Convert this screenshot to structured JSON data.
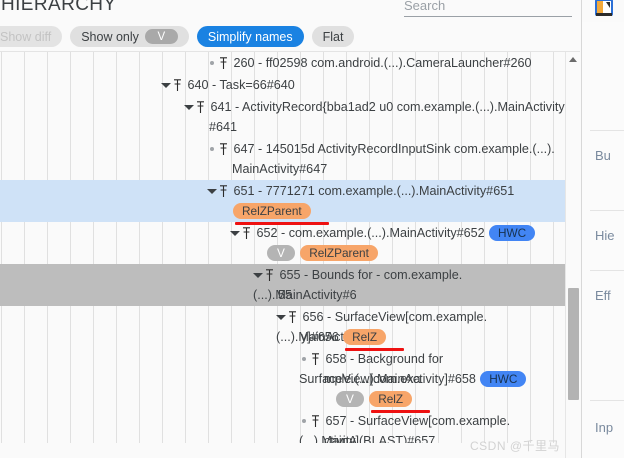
{
  "header": {
    "title": "HIERARCHY",
    "search": {
      "placeholder": "Search",
      "value": ""
    }
  },
  "toolbar": {
    "buttons": [
      {
        "label": "Show diff",
        "state": "disabled",
        "pill": null
      },
      {
        "label": "Show only",
        "state": "normal",
        "pill": "V"
      },
      {
        "label": "Simplify names",
        "state": "active",
        "pill": null
      },
      {
        "label": "Flat",
        "state": "normal",
        "pill": null
      }
    ]
  },
  "tree": {
    "rows": [
      {
        "id": "260",
        "lines": [
          "260 - ff02598 com.android.(...).CameraLauncher#260"
        ],
        "indent": 9,
        "twisty": "leaf",
        "highlight": "none",
        "badges": []
      },
      {
        "id": "640",
        "lines": [
          "640 - Task=66#640"
        ],
        "indent": 7,
        "twisty": "open",
        "highlight": "none",
        "badges": []
      },
      {
        "id": "641",
        "lines": [
          "641 - ActivityRecord{bba1ad2 u0 com.example.(...).MainActivity",
          "#641"
        ],
        "indent": 8,
        "twisty": "open",
        "highlight": "none",
        "badges": []
      },
      {
        "id": "647",
        "lines": [
          "647 - 145015d ActivityRecordInputSink com.example.(...).",
          "MainActivity#647"
        ],
        "indent": 9,
        "twisty": "leaf",
        "highlight": "none",
        "badges": []
      },
      {
        "id": "651",
        "lines": [
          "651 - 7771271 com.example.(...).MainActivity#651"
        ],
        "indent": 9,
        "twisty": "open",
        "highlight": "blue",
        "badges": [
          {
            "label": "RelZParent",
            "color": "orange",
            "annotated": true
          }
        ]
      },
      {
        "id": "652",
        "lines": [
          "652 - com.example.(...).MainActivity#652"
        ],
        "indent": 10,
        "twisty": "open",
        "highlight": "none",
        "badges": [
          {
            "label": "HWC",
            "color": "blue",
            "annotated": false
          },
          {
            "label": "V",
            "color": "gray",
            "annotated": false
          },
          {
            "label": "RelZParent",
            "color": "orange",
            "annotated": false
          }
        ]
      },
      {
        "id": "655",
        "lines": [
          "655 - Bounds for - com.example.(...).MainActivity#6",
          "55"
        ],
        "indent": 11,
        "twisty": "open",
        "highlight": "gray",
        "badges": []
      },
      {
        "id": "656",
        "lines": [
          "656 - SurfaceView[com.example.(...).MainActivit",
          "y]#656"
        ],
        "indent": 12,
        "twisty": "open",
        "highlight": "none",
        "badges": [
          {
            "label": "RelZ",
            "color": "orange",
            "annotated": true
          }
        ]
      },
      {
        "id": "658",
        "lines": [
          "658 - Background for SurfaceView[com.exa",
          "mple.(...).MainActivity]#658"
        ],
        "indent": 13,
        "twisty": "leaf",
        "highlight": "none",
        "badges": [
          {
            "label": "HWC",
            "color": "blue",
            "annotated": false
          },
          {
            "label": "V",
            "color": "gray",
            "annotated": false
          },
          {
            "label": "RelZ",
            "color": "orange",
            "annotated": true
          }
        ]
      },
      {
        "id": "657",
        "lines": [
          "657 - SurfaceView[com.example.(...).MainA",
          "ctivity](BLAST)#657"
        ],
        "indent": 13,
        "twisty": "leaf",
        "highlight": "none",
        "badges": []
      }
    ]
  },
  "right_panel": {
    "icon": "panel-layout-icon",
    "items": [
      {
        "label": "Bu"
      },
      {
        "label": "Hie"
      },
      {
        "label": "Eff"
      },
      {
        "label": "Inp"
      }
    ]
  },
  "scrollbar": {
    "up_arrow_icon": "caret-up-icon"
  },
  "watermark": "CSDN @千里马",
  "colors": {
    "accent_blue": "#1a82e2",
    "badge_orange": "#f7a569",
    "badge_blue": "#4285f4",
    "badge_gray": "#b4b4b4",
    "row_selected_blue": "#cfe2f7",
    "row_selected_gray": "#bdbdbd",
    "annotation_red": "#ee1111"
  }
}
